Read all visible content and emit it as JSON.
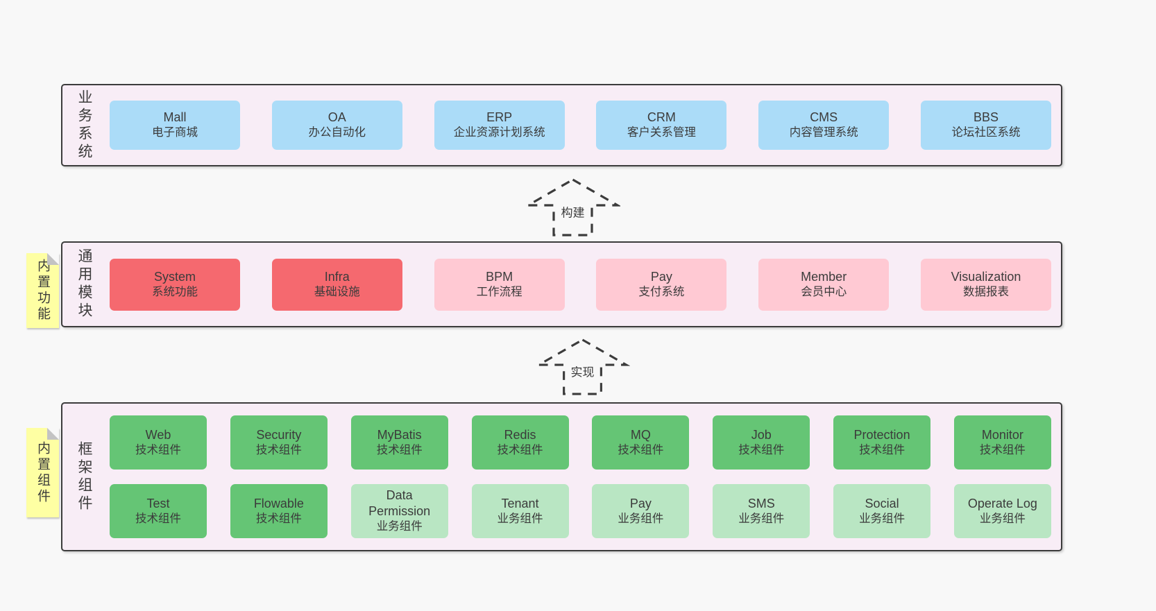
{
  "colors": {
    "page_bg": "#f8f8f8",
    "panel_bg": "#f8edf6",
    "panel_border": "#3c3c3c",
    "text": "#3b3b3b",
    "blue": "#abdcf8",
    "red": "#f5696f",
    "pink": "#ffc9d3",
    "green": "#65c575",
    "light_green": "#b9e6c3",
    "sticky_yellow": "#feffa3",
    "sticky_fold": "#c3c3c3"
  },
  "sections": [
    {
      "id": "business-systems",
      "label": "业务系统",
      "sticky": null,
      "rows": [
        [
          {
            "name": "Mall",
            "desc": "电子商城",
            "color": "blue"
          },
          {
            "name": "OA",
            "desc": "办公自动化",
            "color": "blue"
          },
          {
            "name": "ERP",
            "desc": "企业资源计划系统",
            "color": "blue"
          },
          {
            "name": "CRM",
            "desc": "客户关系管理",
            "color": "blue"
          },
          {
            "name": "CMS",
            "desc": "内容管理系统",
            "color": "blue"
          },
          {
            "name": "BBS",
            "desc": "论坛社区系统",
            "color": "blue"
          }
        ]
      ]
    },
    {
      "id": "common-modules",
      "label": "通用模块",
      "sticky": "内置功能",
      "rows": [
        [
          {
            "name": "System",
            "desc": "系统功能",
            "color": "red"
          },
          {
            "name": "Infra",
            "desc": "基础设施",
            "color": "red"
          },
          {
            "name": "BPM",
            "desc": "工作流程",
            "color": "pink"
          },
          {
            "name": "Pay",
            "desc": "支付系统",
            "color": "pink"
          },
          {
            "name": "Member",
            "desc": "会员中心",
            "color": "pink"
          },
          {
            "name": "Visualization",
            "desc": "数据报表",
            "color": "pink"
          }
        ]
      ]
    },
    {
      "id": "framework-components",
      "label": "框架组件",
      "sticky": "内置组件",
      "rows": [
        [
          {
            "name": "Web",
            "desc": "技术组件",
            "color": "green"
          },
          {
            "name": "Security",
            "desc": "技术组件",
            "color": "green"
          },
          {
            "name": "MyBatis",
            "desc": "技术组件",
            "color": "green"
          },
          {
            "name": "Redis",
            "desc": "技术组件",
            "color": "green"
          },
          {
            "name": "MQ",
            "desc": "技术组件",
            "color": "green"
          },
          {
            "name": "Job",
            "desc": "技术组件",
            "color": "green"
          },
          {
            "name": "Protection",
            "desc": "技术组件",
            "color": "green"
          },
          {
            "name": "Monitor",
            "desc": "技术组件",
            "color": "green"
          }
        ],
        [
          {
            "name": "Test",
            "desc": "技术组件",
            "color": "green"
          },
          {
            "name": "Flowable",
            "desc": "技术组件",
            "color": "green"
          },
          {
            "name": "Data Permission",
            "desc": "业务组件",
            "color": "light_green"
          },
          {
            "name": "Tenant",
            "desc": "业务组件",
            "color": "light_green"
          },
          {
            "name": "Pay",
            "desc": "业务组件",
            "color": "light_green"
          },
          {
            "name": "SMS",
            "desc": "业务组件",
            "color": "light_green"
          },
          {
            "name": "Social",
            "desc": "业务组件",
            "color": "light_green"
          },
          {
            "name": "Operate Log",
            "desc": "业务组件",
            "color": "light_green"
          }
        ]
      ]
    }
  ],
  "arrows": [
    {
      "label": "构建"
    },
    {
      "label": "实现"
    }
  ]
}
